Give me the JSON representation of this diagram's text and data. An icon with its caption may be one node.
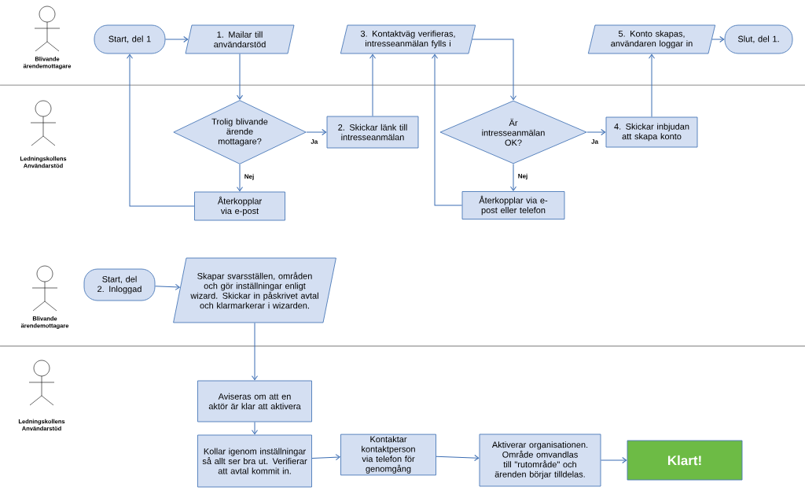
{
  "diagram": {
    "nodes": [
      {
        "text": [
          "Start, del 1"
        ]
      },
      {
        "text": [
          "1. Mailar till användarstöd"
        ]
      },
      {
        "text": [
          "3. Kontaktväg verifieras, intresseanmälan fylls i"
        ]
      },
      {
        "text": [
          "5. Konto skapas, användaren loggar in"
        ]
      },
      {
        "text": [
          "Slut, del 1."
        ]
      },
      {
        "text": [
          "Trolig blivande ärende mottagare?"
        ]
      },
      {
        "text": [
          "2. Skickar länk till intresseanmälan"
        ]
      },
      {
        "text": [
          "Är intresseanmälan OK?"
        ]
      },
      {
        "text": [
          "4. Skickar inbjudan att skapa konto"
        ]
      },
      {
        "text": [
          "Återkopplar via e-post"
        ]
      },
      {
        "text": [
          "Återkopplar via e-post eller telefon"
        ]
      },
      {
        "text": [
          "Start, del 2. Inloggad"
        ]
      },
      {
        "text": [
          "Skapar svarsställen, områden och gör inställningar enligt wizard. Skickar in påskrivet avtal och klarmarkerar i wizarden."
        ]
      },
      {
        "text": [
          "Aviseras om att en aktör är klar att aktivera"
        ]
      },
      {
        "text": [
          "Kollar igenom inställningar så allt ser bra ut. Verifierar att avtal kommit in."
        ]
      },
      {
        "text": [
          "Kontaktar kontaktperson via telefon för genomgång"
        ]
      },
      {
        "text": [
          "Aktiverar organisationen. Område omvandlas till \"rutområde\" och ärenden börjar tilldelas."
        ]
      },
      {
        "text": [
          "Klart!"
        ]
      }
    ],
    "edges": [
      {
        "from": 0,
        "to": 1,
        "arrow": "to"
      },
      {
        "from": 1,
        "to": 5,
        "arrow": "to"
      },
      {
        "from": 5,
        "to": 6,
        "arrow": "to",
        "label": "Ja"
      },
      {
        "from": 5,
        "to": 9,
        "arrow": "to",
        "label": "Nej"
      },
      {
        "from": 9,
        "to": 0,
        "arrow": "to"
      },
      {
        "from": 6,
        "to": 2,
        "arrow": "to"
      },
      {
        "from": 2,
        "to": 7,
        "arrow": "to"
      },
      {
        "from": 7,
        "to": 8,
        "arrow": "to",
        "label": "Ja"
      },
      {
        "from": 7,
        "to": 10,
        "arrow": "to",
        "label": "Nej"
      },
      {
        "from": 10,
        "to": 2,
        "arrow": "to"
      },
      {
        "from": 8,
        "to": 3,
        "arrow": "to"
      },
      {
        "from": 3,
        "to": 4,
        "arrow": "to"
      },
      {
        "from": 11,
        "to": 12,
        "arrow": "to"
      },
      {
        "from": 12,
        "to": 13,
        "arrow": "to"
      },
      {
        "from": 13,
        "to": 14,
        "arrow": "to"
      },
      {
        "from": 14,
        "to": 15,
        "arrow": "to"
      },
      {
        "from": 15,
        "to": 16,
        "arrow": "to"
      },
      {
        "from": 16,
        "to": 17,
        "arrow": "to"
      }
    ],
    "labels": [
      "Blivande ärendemottagare",
      "Ledningskollens Användarstöd",
      "Blivande ärendemottagare",
      "Ledningskollens Användarstöd"
    ]
  }
}
